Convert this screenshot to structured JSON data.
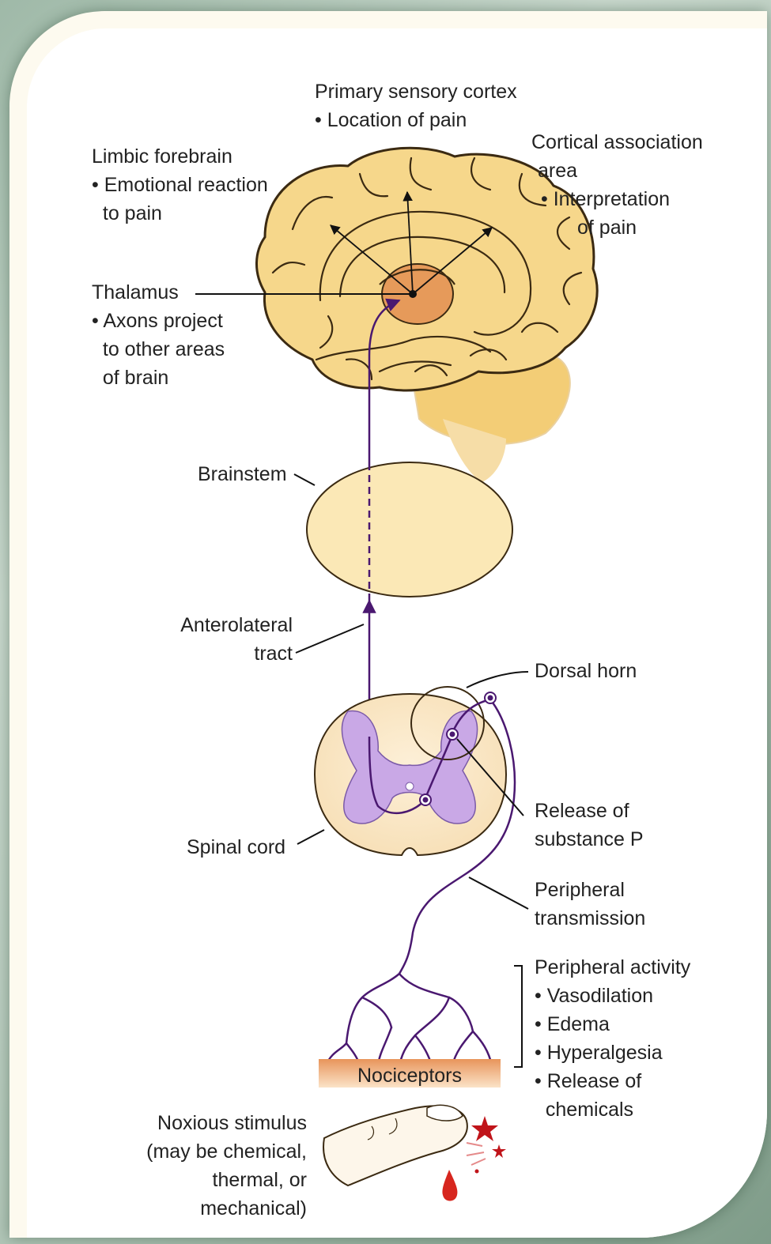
{
  "labels": {
    "primary_cortex": [
      "Primary sensory cortex",
      "• Location of pain"
    ],
    "limbic": [
      "Limbic forebrain",
      "• Emotional reaction",
      "  to pain"
    ],
    "association": [
      "Cortical association",
      "area",
      "• Interpretation",
      "of pain"
    ],
    "thalamus": [
      "Thalamus",
      "• Axons project",
      "  to other areas",
      "  of brain"
    ],
    "brainstem": "Brainstem",
    "anterolateral": [
      "Anterolateral",
      "tract"
    ],
    "dorsal_horn": "Dorsal horn",
    "substance_p": [
      "Release of",
      "substance P"
    ],
    "spinal_cord": "Spinal cord",
    "peripheral_transmission": [
      "Peripheral",
      "transmission"
    ],
    "peripheral_activity": {
      "title": "Peripheral activity",
      "items": [
        "• Vasodilation",
        "• Edema",
        "• Hyperalgesia",
        "• Release of",
        "  chemicals"
      ]
    },
    "nociceptors": "Nociceptors",
    "stimulus": [
      "Noxious stimulus",
      "(may be chemical,",
      "thermal, or",
      "mechanical)"
    ]
  },
  "colors": {
    "brain_fill": "#f6d78b",
    "brain_stroke": "#3b2a12",
    "thalamus_fill": "#e69a5a",
    "brainstem_fill": "#fbe8b6",
    "grey_matter": "#c9a8e6",
    "pathway": "#4a1870",
    "skin": "#eeaa78",
    "blood": "#d7261e"
  }
}
